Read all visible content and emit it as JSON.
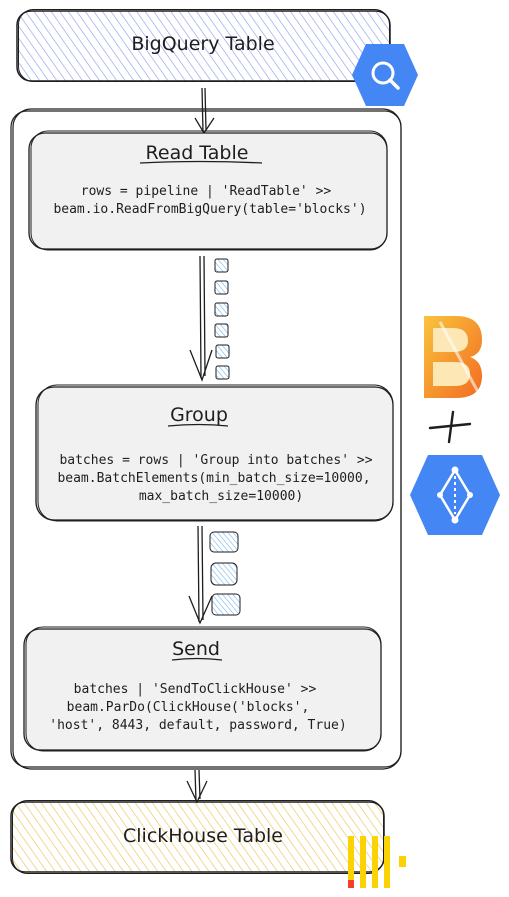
{
  "source": {
    "title": "BigQuery Table",
    "icon": "bigquery-icon"
  },
  "steps": [
    {
      "title": "Read Table",
      "code": [
        "rows = pipeline | 'ReadTable' >>",
        "beam.io.ReadFromBigQuery(table='blocks')"
      ]
    },
    {
      "title": "Group",
      "code": [
        "batches = rows | 'Group into batches' >>",
        "beam.BatchElements(min_batch_size=10000,",
        "max_batch_size=10000)"
      ]
    },
    {
      "title": "Send",
      "code": [
        "batches | 'SendToClickHouse' >>",
        "beam.ParDo(ClickHouse('blocks',",
        "'host', 8443, default, password, True)"
      ]
    }
  ],
  "sink": {
    "title": "ClickHouse Table",
    "icon": "clickhouse-logo"
  },
  "side": {
    "beam_logo": "apache-beam-logo",
    "plus": "+",
    "dataflow_icon": "dataflow-icon"
  },
  "colors": {
    "bigquery_fill": "#a9b8f5",
    "clickhouse_fill": "#f5d98a",
    "box_fill": "#f1f1f1",
    "item_fill": "#a5d8ff",
    "stroke": "#1e1e1e",
    "gcp_blue": "#4386f4"
  }
}
